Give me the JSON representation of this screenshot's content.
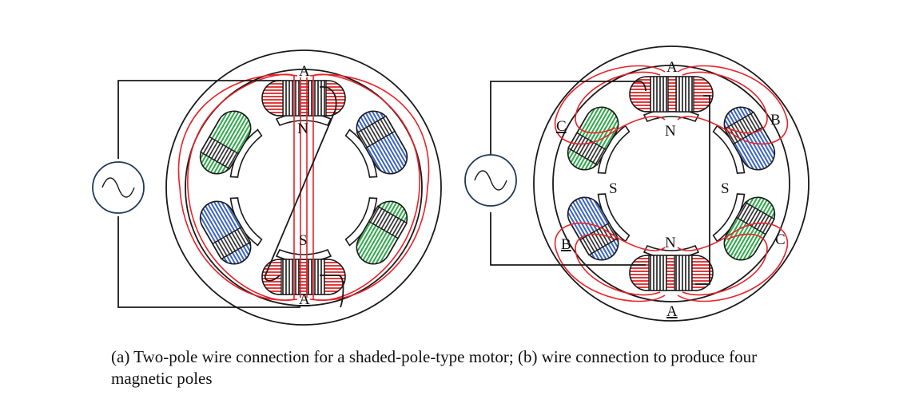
{
  "colors": {
    "frame": "#1a1a1a",
    "flux": "#e8222a",
    "phase_a_fill": "#e23b3b",
    "phase_b_fill": "#3a63c4",
    "phase_c_fill": "#2fa84a",
    "source": "#1f3a5a"
  },
  "icons": {
    "ac_source": "sine-wave-icon"
  },
  "motors": [
    {
      "id": "a",
      "labels": {
        "top": "A",
        "bottom": "A",
        "north": "N",
        "south": "S"
      }
    },
    {
      "id": "b",
      "labels": {
        "top": "A",
        "bottom": "A",
        "north_top": "N",
        "north_bottom": "N",
        "south_left": "S",
        "south_right": "S",
        "b_right": "B",
        "b_left": "B",
        "c_left": "C",
        "c_right": "C"
      }
    }
  ],
  "caption": "(a) Two-pole wire connection for a shaded-pole-type motor; (b) wire connection to produce four magnetic poles"
}
